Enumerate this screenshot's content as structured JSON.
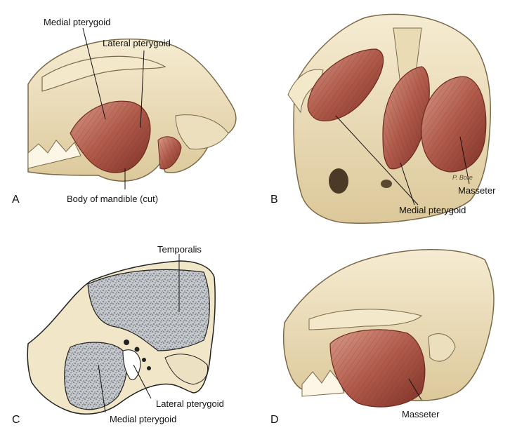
{
  "panels": {
    "A": {
      "letter": "A",
      "labels": {
        "medial_pterygoid": "Medial pterygoid",
        "lateral_pterygoid": "Lateral pterygoid",
        "body_of_mandible": "Body of mandible (cut)"
      }
    },
    "B": {
      "letter": "B",
      "labels": {
        "masseter": "Masseter",
        "medial_pterygoid": "Medial pterygoid"
      },
      "signature": "P. Bore"
    },
    "C": {
      "letter": "C",
      "labels": {
        "temporalis": "Temporalis",
        "lateral_pterygoid": "Lateral pterygoid",
        "medial_pterygoid": "Medial pterygoid"
      }
    },
    "D": {
      "letter": "D",
      "labels": {
        "masseter": "Masseter"
      }
    }
  },
  "colors": {
    "bone": "#efe3c2",
    "bone_shadow": "#d6c193",
    "bone_outline": "#7a6a4a",
    "muscle": "#b05a4a",
    "muscle_dark": "#7e3328",
    "muscle_light": "#d99a88",
    "stipple": "#a9aeb3"
  }
}
